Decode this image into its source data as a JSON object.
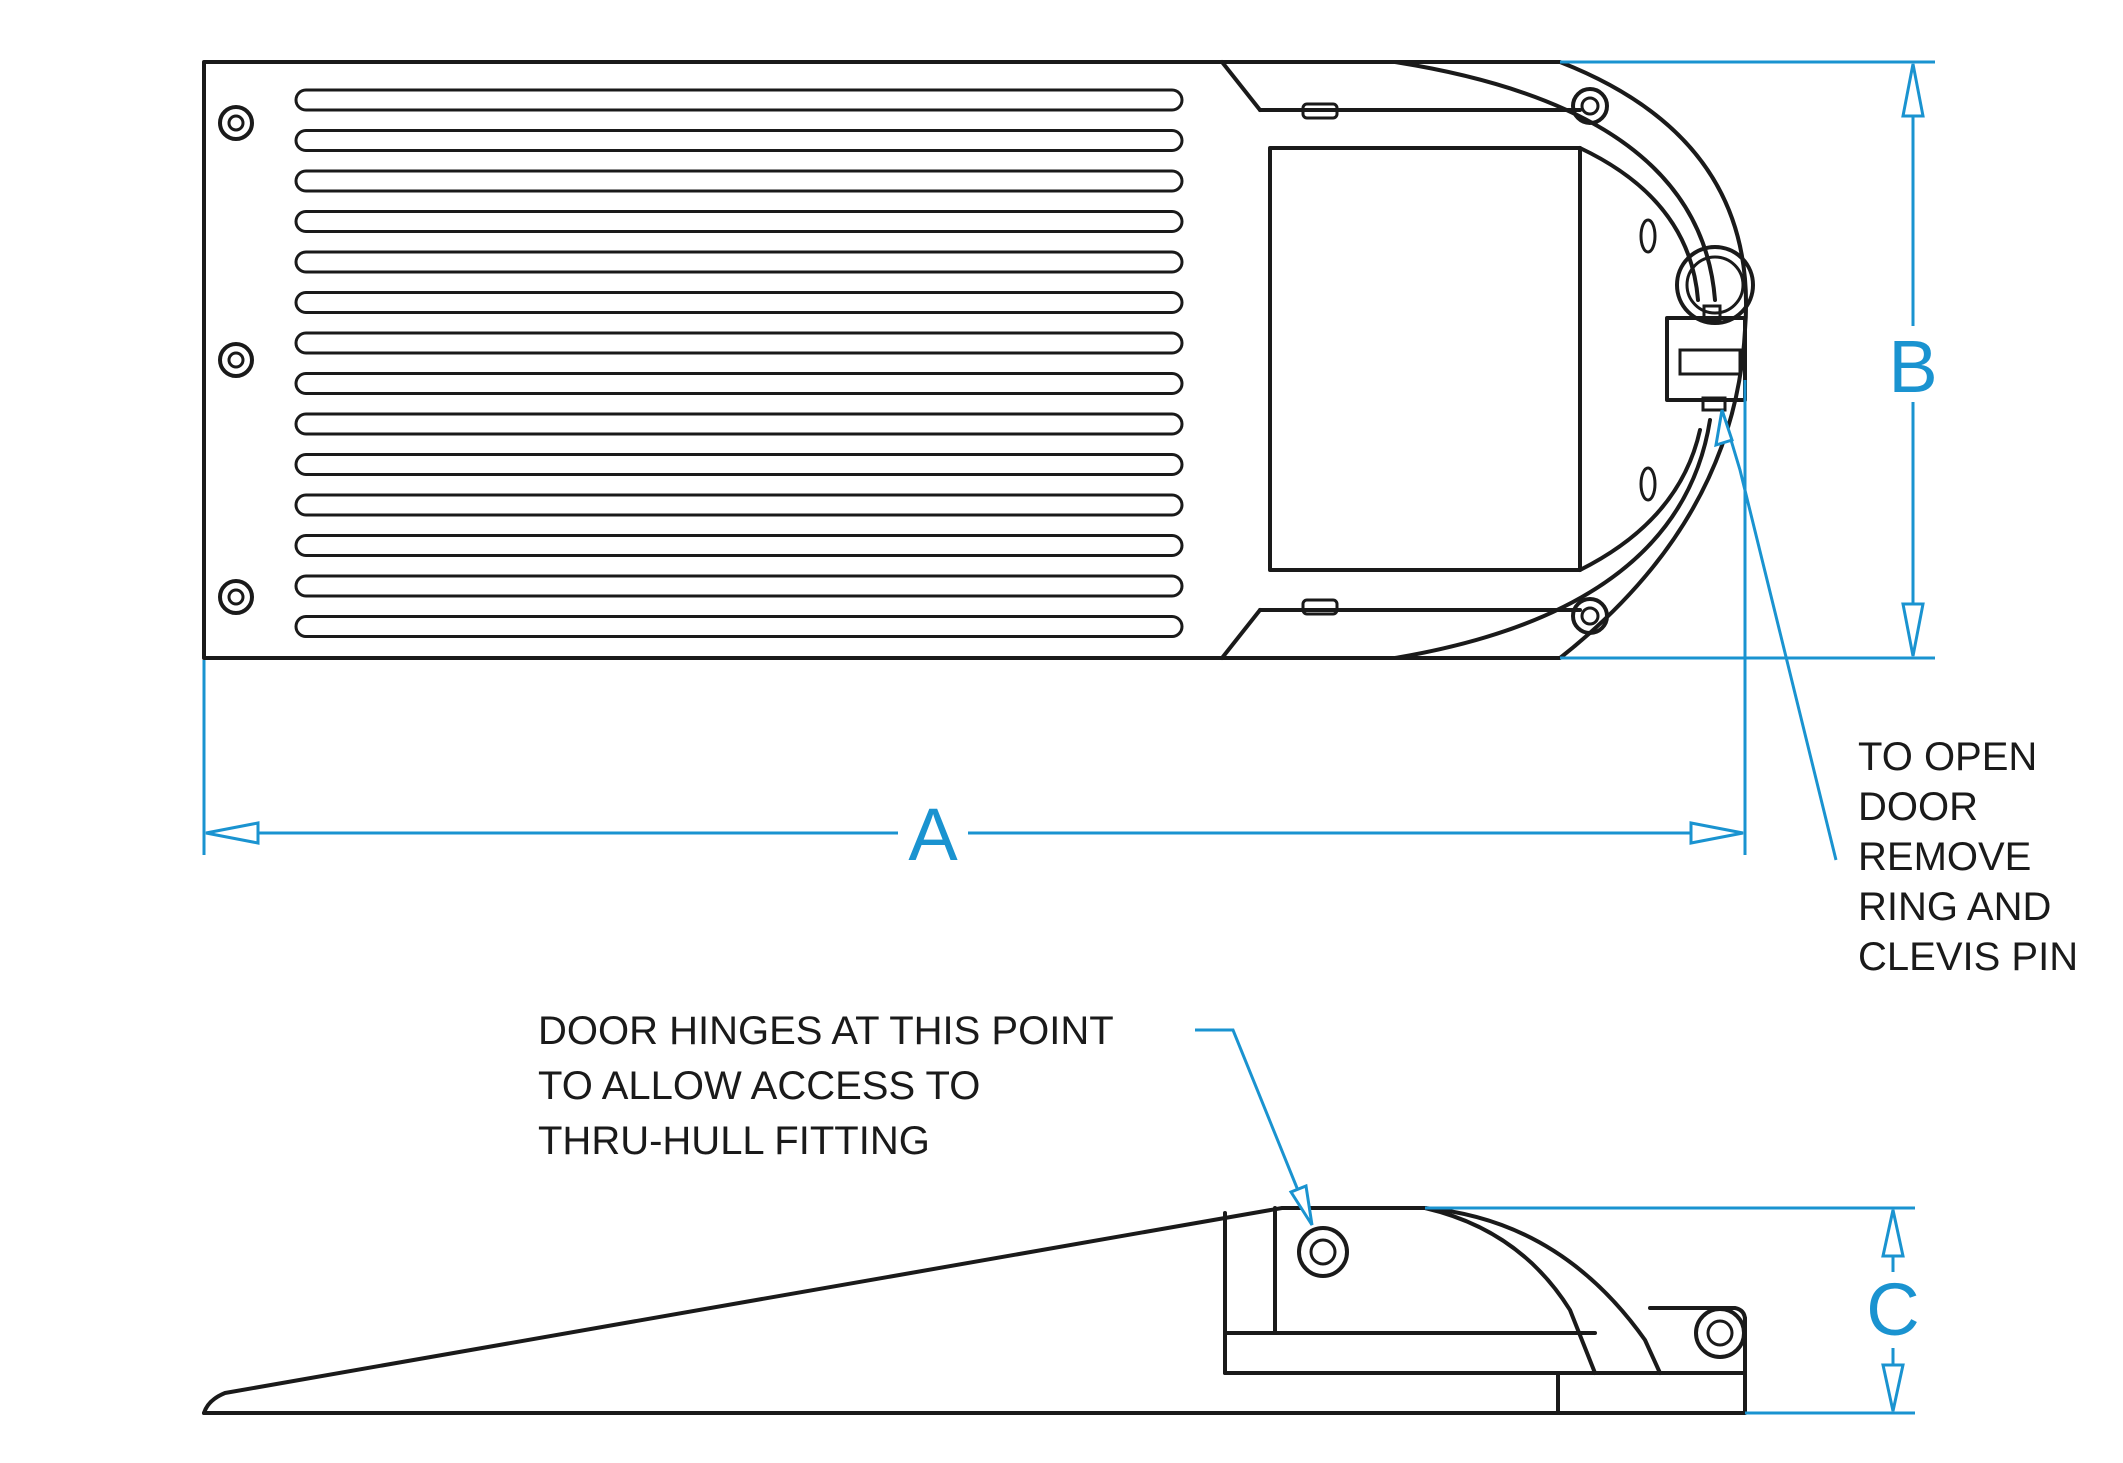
{
  "colors": {
    "outline": "#1a1a1a",
    "dimension": "#1a93d0",
    "background": "#ffffff"
  },
  "dimensions": {
    "a": "A",
    "b": "B",
    "c": "C"
  },
  "notes": {
    "open_door": {
      "lines": [
        "TO OPEN",
        "DOOR",
        "REMOVE",
        "RING AND",
        "CLEVIS PIN"
      ]
    },
    "hinge": {
      "lines": [
        "DOOR HINGES AT THIS POINT",
        "TO ALLOW ACCESS TO",
        "THRU-HULL FITTING"
      ]
    }
  },
  "top_view": {
    "slot_count": 14,
    "bolt_count": 3
  }
}
